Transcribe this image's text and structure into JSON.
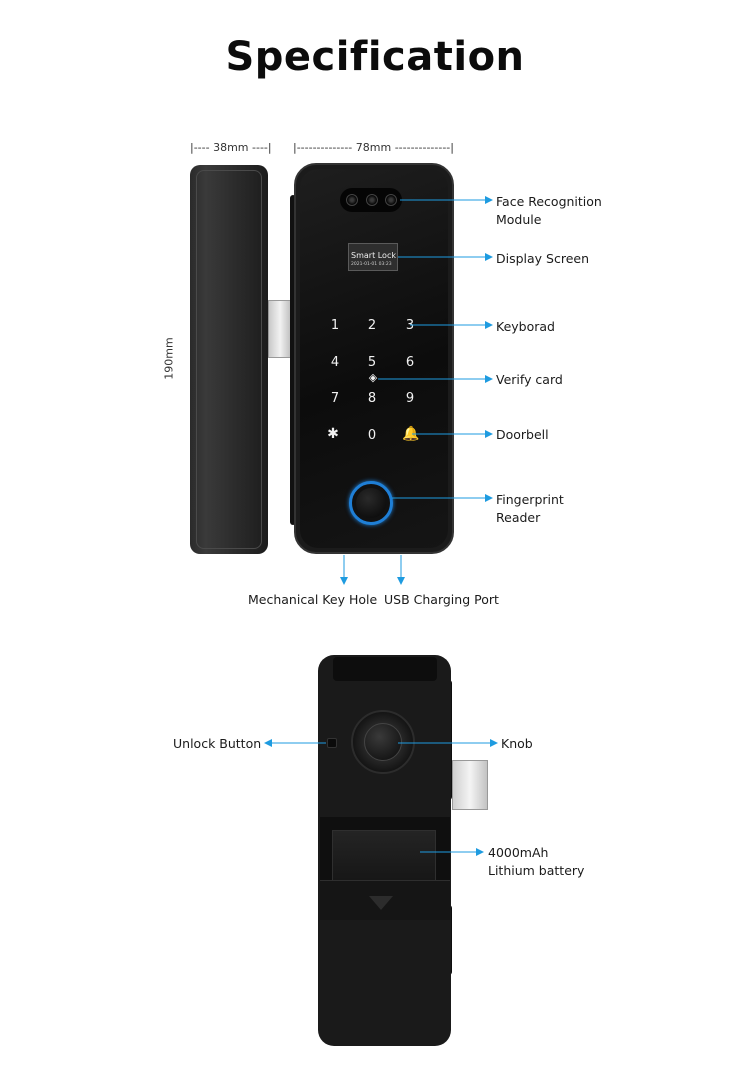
{
  "title": "Specification",
  "dimensions": {
    "width_label": "|---- 38mm ----|",
    "front_width_label": "|-------------- 78mm --------------|",
    "height_label": "190mm"
  },
  "front_callouts": {
    "face_recognition": "Face Recognition\nModule",
    "display_screen": "Display Screen",
    "keyboard": "Keyborad",
    "verify_card": "Verify card",
    "doorbell": "Doorbell",
    "fingerprint": "Fingerprint\nReader",
    "mechanical_key_hole": "Mechanical Key Hole",
    "usb_port": "USB Charging Port"
  },
  "screen": {
    "title": "Smart Lock",
    "date": "2021-01-01  03:23"
  },
  "keypad": [
    "1",
    "2",
    "3",
    "4",
    "5",
    "6",
    "7",
    "8",
    "9",
    "0"
  ],
  "back_callouts": {
    "unlock_button": "Unlock Button",
    "knob": "Knob",
    "battery": "4000mAh\nLithium battery"
  },
  "colors": {
    "accent": "#1e9be0",
    "fingerprint_ring": "#1f7fd6",
    "device_body": "#1a1a1a"
  },
  "icons": {
    "settings": "gear-icon",
    "doorbell": "bell-icon",
    "card": "card-icon"
  }
}
